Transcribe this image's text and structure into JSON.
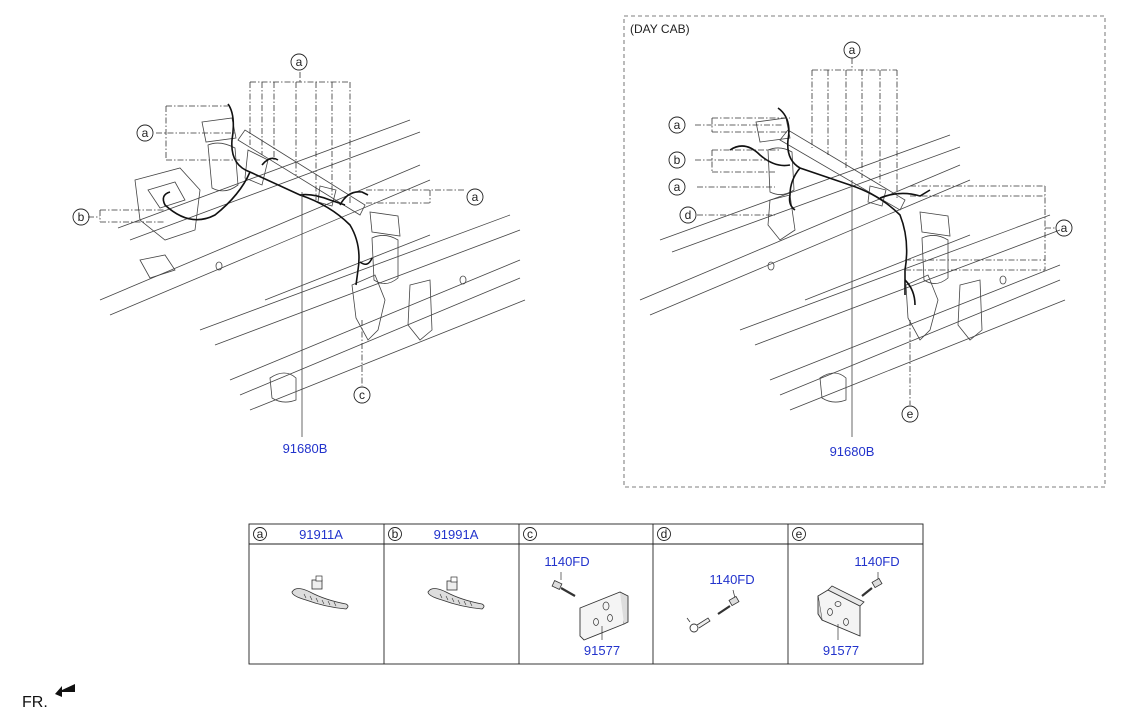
{
  "main_view": {
    "callouts": [
      "a",
      "a",
      "a",
      "b",
      "c"
    ],
    "part_number": "91680B"
  },
  "day_cab_view": {
    "title": "(DAY CAB)",
    "callouts": [
      "a",
      "a",
      "b",
      "a",
      "d",
      "a",
      "e"
    ],
    "part_number": "91680B"
  },
  "parts_table": {
    "columns": [
      {
        "letter": "a",
        "header_part": "91911A",
        "parts": []
      },
      {
        "letter": "b",
        "header_part": "91991A",
        "parts": []
      },
      {
        "letter": "c",
        "header_part": "",
        "parts": [
          "1140FD",
          "91577"
        ]
      },
      {
        "letter": "d",
        "header_part": "",
        "parts": [
          "1140FD"
        ]
      },
      {
        "letter": "e",
        "header_part": "",
        "parts": [
          "1140FD",
          "91577"
        ]
      }
    ]
  },
  "footer": {
    "direction_label": "FR."
  },
  "colors": {
    "part_number": "#2233cc",
    "line": "#222222"
  }
}
